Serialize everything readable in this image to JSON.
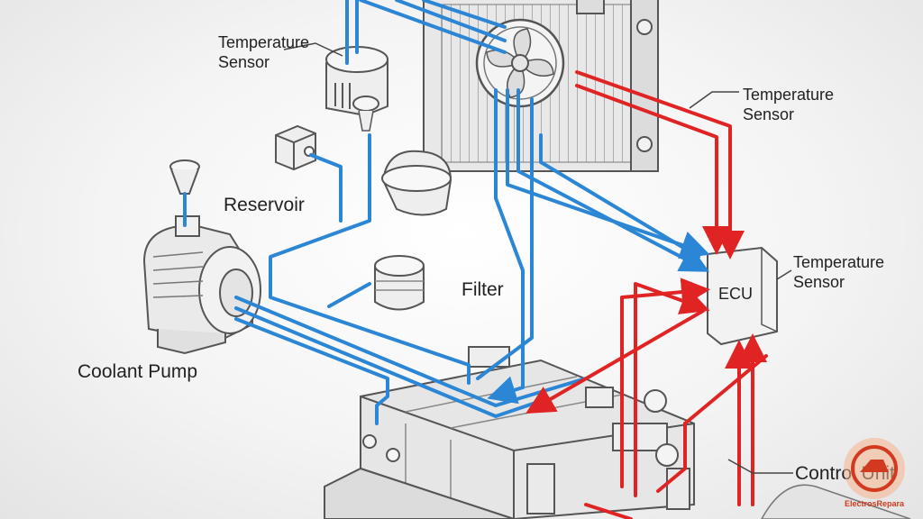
{
  "labels": {
    "temp_sensor_top_left": [
      "Temperature",
      "Sensor"
    ],
    "temp_sensor_top_right": [
      "Temperature",
      "Sensor"
    ],
    "temp_sensor_right": [
      "Temperature",
      "Sensor"
    ],
    "reservoir": "Reservoir",
    "filter": "Filter",
    "coolant_pump": "Coolant Pump",
    "ecu": "ECU",
    "control_unit": "Control Unit"
  },
  "watermark": "ElectrosRepara",
  "colors": {
    "coolant_line": "#2b86d6",
    "hot_line": "#e02424",
    "outline": "#555555",
    "component_fill": "#ececec",
    "logo_red": "#d13a1e"
  },
  "icons": {
    "fan": "fan-icon",
    "logo": "brand-logo-icon"
  }
}
